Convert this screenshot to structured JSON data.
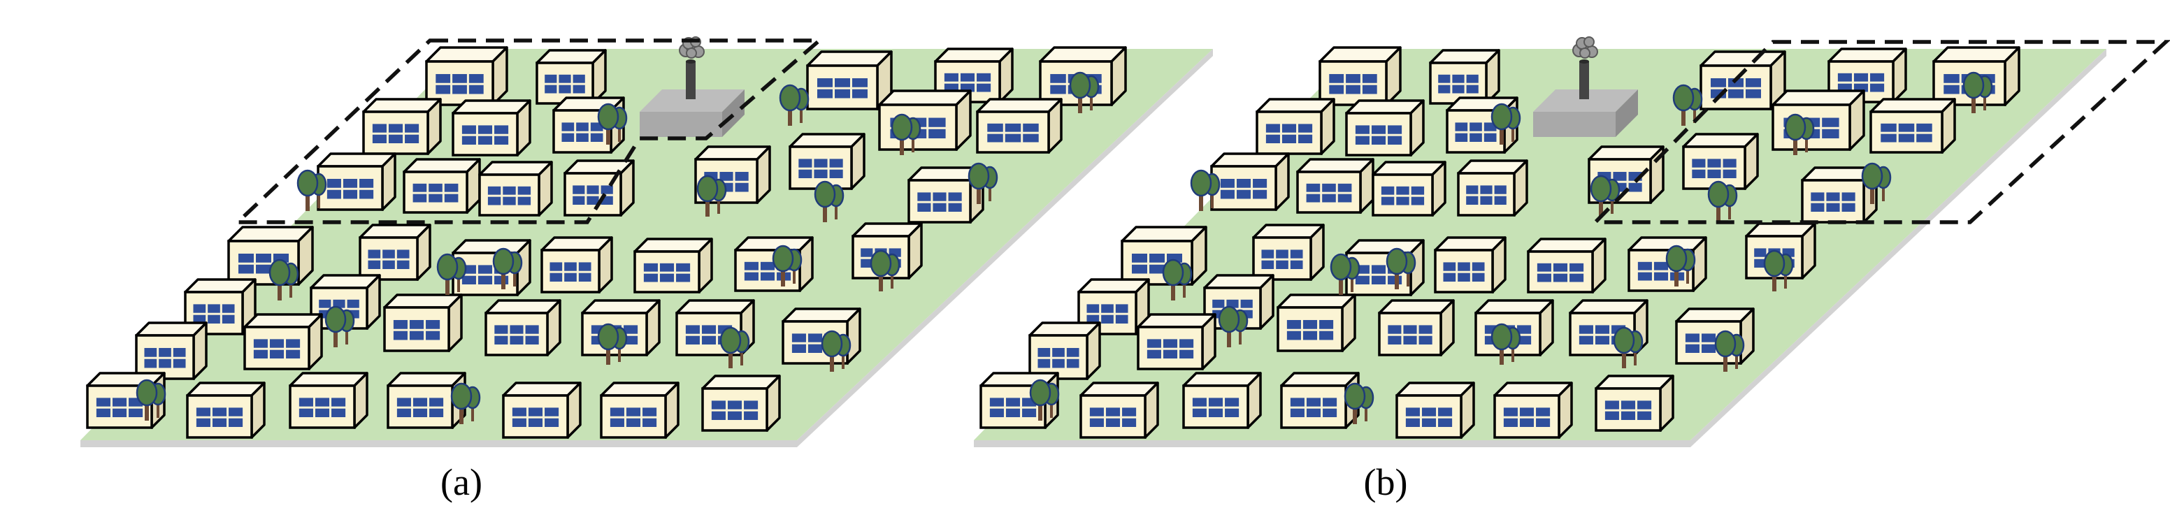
{
  "panels": [
    {
      "caption": "(a)",
      "highlight": "left-cluster-beside-factory"
    },
    {
      "caption": "(b)",
      "highlight": "right-cluster-beside-factory"
    }
  ],
  "colors": {
    "ground": "#c7e2b6",
    "ground_edge": "#d2d2d2",
    "building_front": "#fbf4d4",
    "building_top": "#fdf9e8",
    "building_side": "#e3dcba",
    "window": "#2f4f9c",
    "tree_canopy": "#4f7b45",
    "tree_outline": "#1f3b7a",
    "tree_trunk": "#6d4a35",
    "factory_top": "#bdbdbd",
    "factory_side": "#8e8e8e",
    "chimney": "#444444",
    "dash": "#111111"
  },
  "icons": [
    "building-icon",
    "tree-icon",
    "factory-icon",
    "smoke-icon"
  ]
}
